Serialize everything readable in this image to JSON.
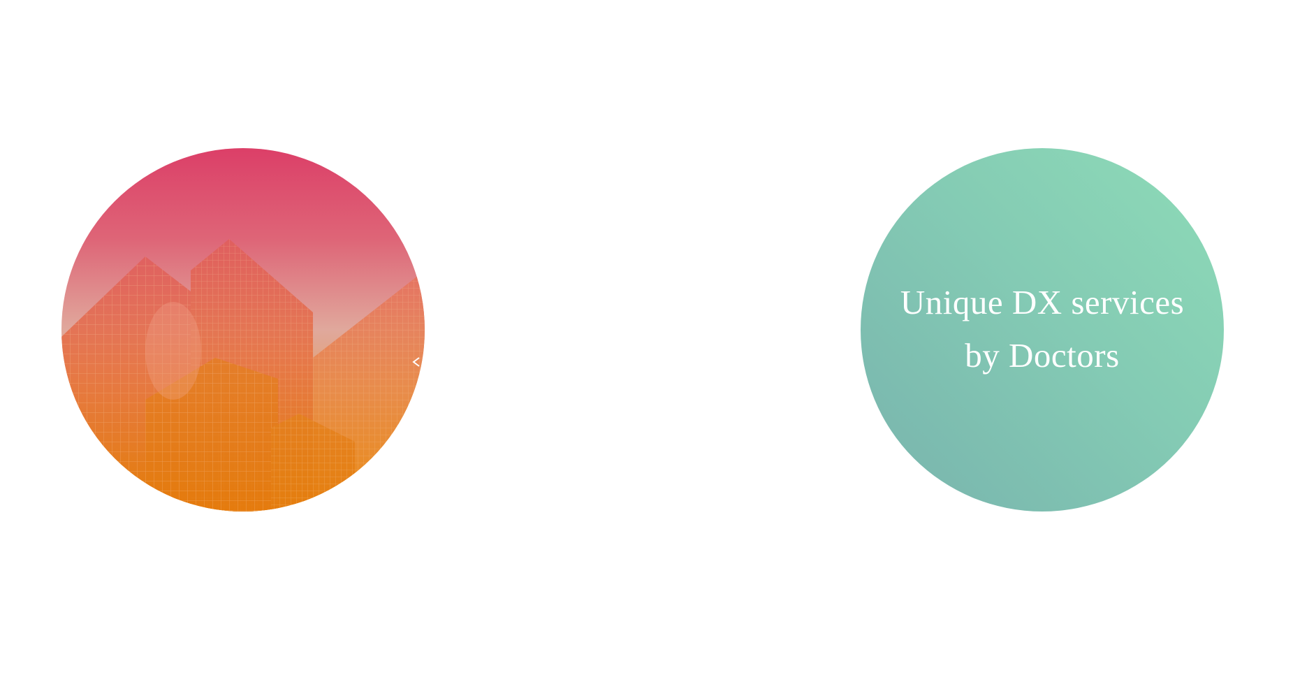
{
  "left_circle": {
    "image": "skyscrapers-photo",
    "gradient_top": "#dc3f68",
    "gradient_bottom": "#e8780a",
    "icon": "chevron-left-icon"
  },
  "right_circle": {
    "line1": "Unique DX services",
    "line2": "by Doctors",
    "gradient_start": "#8edbb7",
    "gradient_end": "#78b3ad",
    "text_color": "#ffffff"
  }
}
